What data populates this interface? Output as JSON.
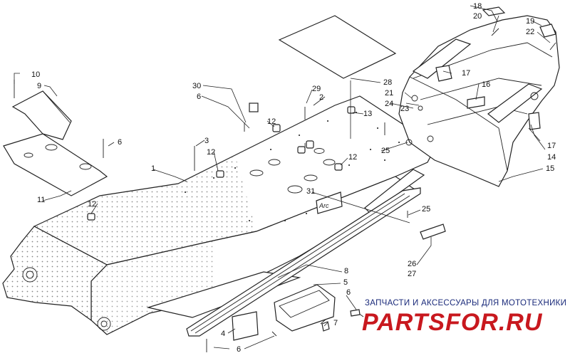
{
  "watermark": {
    "tagline": "ЗАПЧАСТИ И АКСЕССУАРЫ ДЛЯ МОТОТЕХНИКИ",
    "brand": "PARTSFOR.RU",
    "tagline_color": "#1a2a7a",
    "brand_color": "#c8181e"
  },
  "callouts": {
    "c1": "1",
    "c2": "2",
    "c3": "3",
    "c4": "4",
    "c5": "5",
    "c6a": "6",
    "c6b": "6",
    "c6c": "6",
    "c6d": "6",
    "c7": "7",
    "c8": "8",
    "c9": "9",
    "c10": "10",
    "c11": "11",
    "c12a": "12",
    "c12b": "12",
    "c12c": "12",
    "c12d": "12",
    "c13": "13",
    "c14": "14",
    "c15": "15",
    "c16": "16",
    "c17a": "17",
    "c17b": "17",
    "c18": "18",
    "c19": "19",
    "c20": "20",
    "c21": "21",
    "c22": "22",
    "c23": "23",
    "c24": "24",
    "c25a": "25",
    "c25b": "25",
    "c26": "26",
    "c27": "27",
    "c28": "28",
    "c29": "29",
    "c30": "30",
    "c31": "31"
  }
}
